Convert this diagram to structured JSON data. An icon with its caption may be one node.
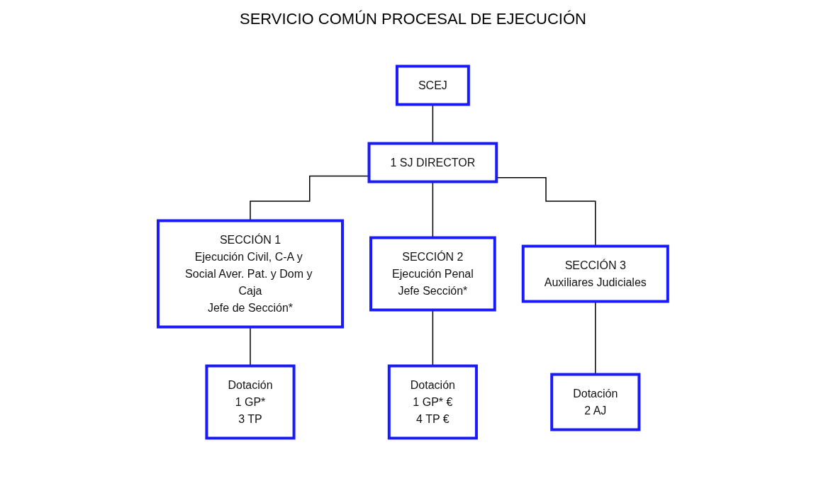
{
  "diagram": {
    "title": "SERVICIO COMÚN PROCESAL DE EJECUCIÓN",
    "nodes": [
      {
        "text": [
          "SCEJ"
        ]
      },
      {
        "text": [
          "1 SJ DIRECTOR"
        ]
      },
      {
        "text": [
          "SECCIÓN 1",
          "Ejecución Civil, C-A y Social Aver. Pat. y Dom y Caja",
          "Jefe de Sección*"
        ]
      },
      {
        "text": [
          "SECCIÓN 2",
          "Ejecución Penal",
          "Jefe Sección*"
        ]
      },
      {
        "text": [
          "SECCIÓN 3",
          "Auxiliares Judiciales"
        ]
      },
      {
        "text": [
          "Dotación",
          "1 GP*",
          "3 TP"
        ]
      },
      {
        "text": [
          "Dotación",
          "1 GP* €",
          "4 TP €"
        ]
      },
      {
        "text": [
          "Dotación",
          "2 AJ"
        ]
      }
    ],
    "edges": [
      {
        "from": 0,
        "to": 1,
        "arrow": "none"
      },
      {
        "from": 1,
        "to": 2,
        "arrow": "none"
      },
      {
        "from": 1,
        "to": 3,
        "arrow": "none"
      },
      {
        "from": 1,
        "to": 4,
        "arrow": "none"
      },
      {
        "from": 2,
        "to": 5,
        "arrow": "none"
      },
      {
        "from": 3,
        "to": 6,
        "arrow": "none"
      },
      {
        "from": 4,
        "to": 7,
        "arrow": "none"
      }
    ]
  }
}
